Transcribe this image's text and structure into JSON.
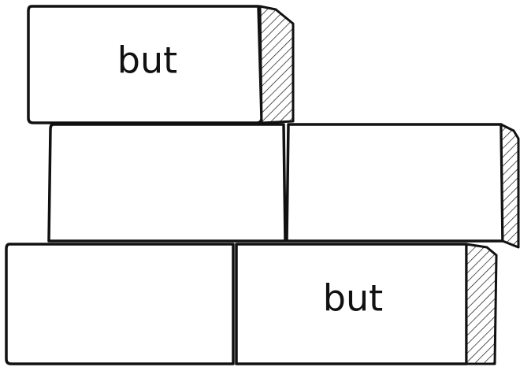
{
  "bricks": [
    {
      "id": "row1-left",
      "label": "but"
    },
    {
      "id": "row2-left",
      "label": ""
    },
    {
      "id": "row2-right",
      "label": ""
    },
    {
      "id": "row3-left",
      "label": ""
    },
    {
      "id": "row3-right",
      "label": "but"
    }
  ],
  "colors": {
    "outline": "#111111",
    "fill": "#ffffff"
  }
}
